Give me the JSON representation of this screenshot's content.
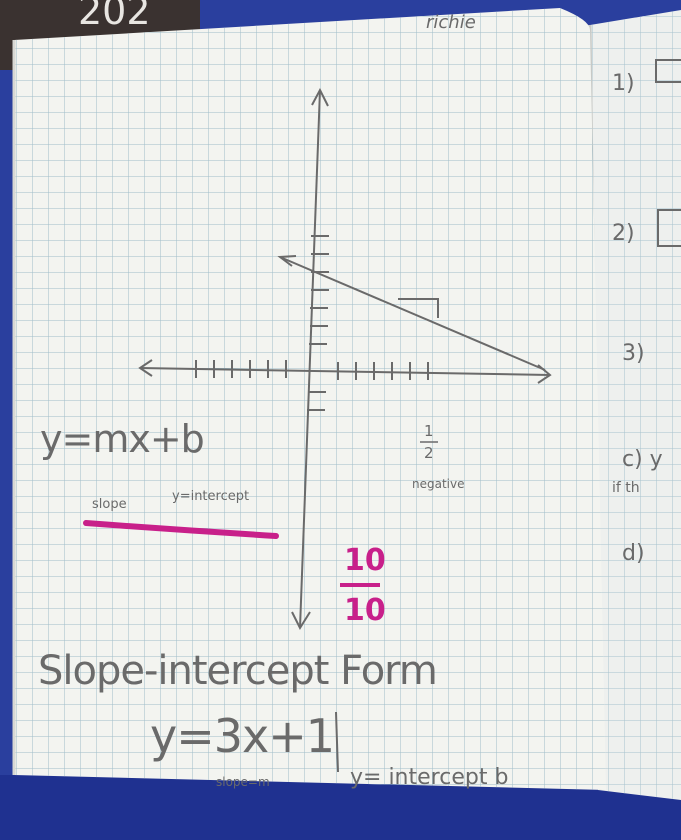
{
  "colors": {
    "background_cloth": "#2a3f9e",
    "paper": "#f3f4f0",
    "grid_line": "#9fbdc9",
    "pencil": "#6a6a6a",
    "pink_ink": "#c8208a"
  },
  "top_left_print": "202",
  "top_name": "richie",
  "equation": "y=mx+b",
  "label_slope": "slope",
  "label_y_intercept": "y=intercept",
  "fraction_num": "1",
  "fraction_den": "2",
  "label_negative": "negative",
  "score_num": "10",
  "score_den": "10",
  "heading": "Slope-intercept Form",
  "example_equation": "y=3x+1",
  "example_slope_label": "slope=m",
  "example_intercept_label": "y= intercept b",
  "right_page_items": [
    "1)",
    "2)",
    "3)",
    "c) y",
    "if th",
    "d)"
  ]
}
